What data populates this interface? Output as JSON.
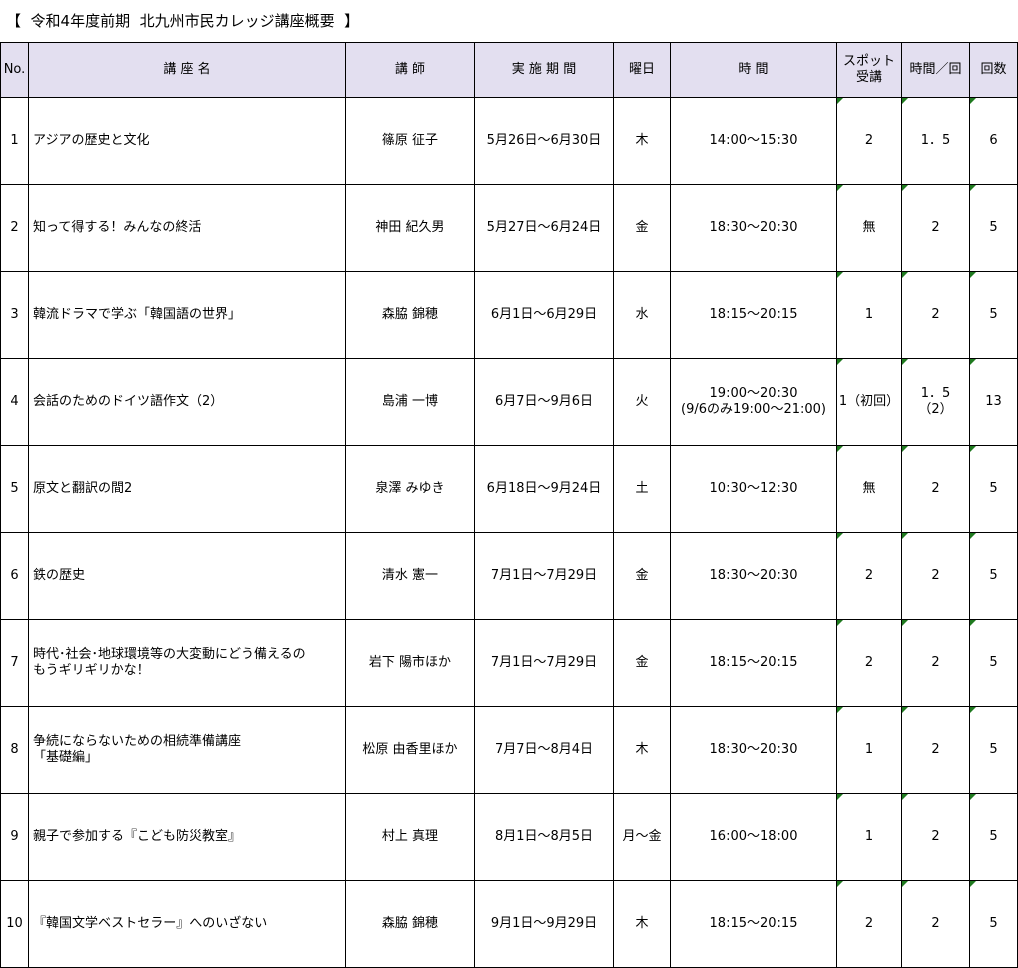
{
  "title": "【  令和4年度前期  北九州市民カレッジ講座概要  】",
  "headers": {
    "no": "No.",
    "course": "講 座 名",
    "teacher": "講  師",
    "period": "実 施 期 間",
    "weekday": "曜日",
    "time": "時  間",
    "spot": "スポット\n受講",
    "hours": "時間／回",
    "count": "回数"
  },
  "rows": [
    {
      "no": "1",
      "course": "アジアの歴史と文化",
      "teacher": "篠原  征子",
      "period": "5月26日〜6月30日",
      "weekday": "木",
      "time": "14:00〜15:30",
      "spot": "2",
      "hours": "1．5",
      "count": "6"
    },
    {
      "no": "2",
      "course": "知って得する！みんなの終活",
      "teacher": "神田  紀久男",
      "period": "5月27日〜6月24日",
      "weekday": "金",
      "time": "18:30〜20:30",
      "spot": "無",
      "hours": "2",
      "count": "5"
    },
    {
      "no": "3",
      "course": "韓流ドラマで学ぶ「韓国語の世界」",
      "teacher": "森脇  錦穂",
      "period": "6月1日〜6月29日",
      "weekday": "水",
      "time": "18:15〜20:15",
      "spot": "1",
      "hours": "2",
      "count": "5"
    },
    {
      "no": "4",
      "course": "会話のためのドイツ語作文（2）",
      "teacher": "島浦  一博",
      "period": "6月7日〜9月6日",
      "weekday": "火",
      "time": "19:00〜20:30\n(9/6のみ19:00〜21:00)",
      "spot": "1（初回）",
      "hours": "1．5\n（2）",
      "count": "13"
    },
    {
      "no": "5",
      "course": "原文と翻訳の間2",
      "teacher": "泉澤  みゆき",
      "period": "6月18日〜9月24日",
      "weekday": "土",
      "time": "10:30〜12:30",
      "spot": "無",
      "hours": "2",
      "count": "5"
    },
    {
      "no": "6",
      "course": "鉄の歴史",
      "teacher": "清水  憲一",
      "period": "7月1日〜7月29日",
      "weekday": "金",
      "time": "18:30〜20:30",
      "spot": "2",
      "hours": "2",
      "count": "5"
    },
    {
      "no": "7",
      "course": "時代･社会･地球環境等の大変動にどう備えるの\nもうギリギリかな！",
      "teacher": "岩下  陽市ほか",
      "period": "7月1日〜7月29日",
      "weekday": "金",
      "time": "18:15〜20:15",
      "spot": "2",
      "hours": "2",
      "count": "5"
    },
    {
      "no": "8",
      "course": "争続にならないための相続準備講座\n「基礎編」",
      "teacher": "松原  由香里ほか",
      "period": "7月7日〜8月4日",
      "weekday": "木",
      "time": "18:30〜20:30",
      "spot": "1",
      "hours": "2",
      "count": "5"
    },
    {
      "no": "9",
      "course": "親子で参加する『こども防災教室』",
      "teacher": "村上  真理",
      "period": "8月1日〜8月5日",
      "weekday": "月〜金",
      "time": "16:00〜18:00",
      "spot": "1",
      "hours": "2",
      "count": "5"
    },
    {
      "no": "10",
      "course": "『韓国文学ベストセラー』へのいざない",
      "teacher": "森脇  錦穂",
      "period": "9月1日〜9月29日",
      "weekday": "木",
      "time": "18:15〜20:15",
      "spot": "2",
      "hours": "2",
      "count": "5"
    }
  ]
}
